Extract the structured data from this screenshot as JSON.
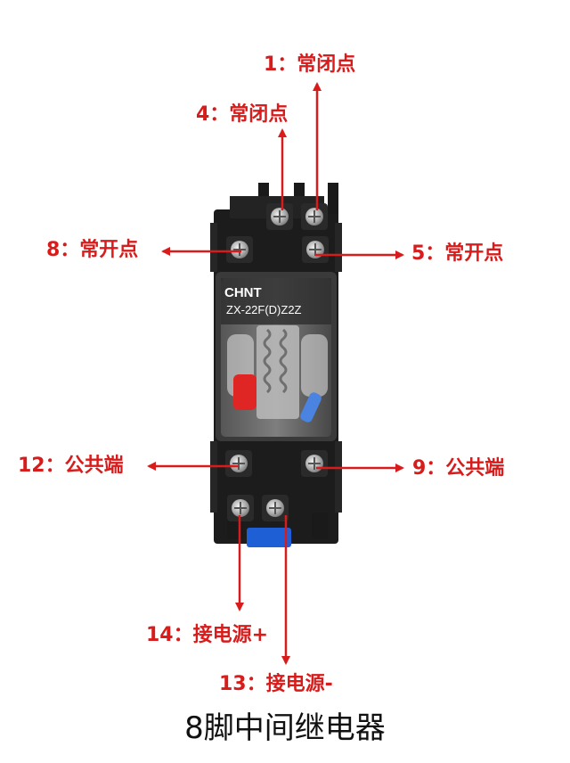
{
  "title": "8脚中间继电器",
  "device": {
    "brand": "CHNT",
    "model": "ZX-22F(D)Z2Z"
  },
  "terminals": [
    {
      "id": "t1",
      "label": "1：常闭点"
    },
    {
      "id": "t4",
      "label": "4：常闭点"
    },
    {
      "id": "t8",
      "label": "8：常开点"
    },
    {
      "id": "t5",
      "label": "5：常开点"
    },
    {
      "id": "t12",
      "label": "12：公共端"
    },
    {
      "id": "t9",
      "label": "9：公共端"
    },
    {
      "id": "t14",
      "label": "14：接电源+"
    },
    {
      "id": "t13",
      "label": "13：接电源-"
    }
  ],
  "colors": {
    "annotation": "#d81b1b",
    "housing": "#1c1c1c",
    "cover": "#3a3a3a",
    "led": "#e02525",
    "base_clip": "#1f5fd6"
  }
}
